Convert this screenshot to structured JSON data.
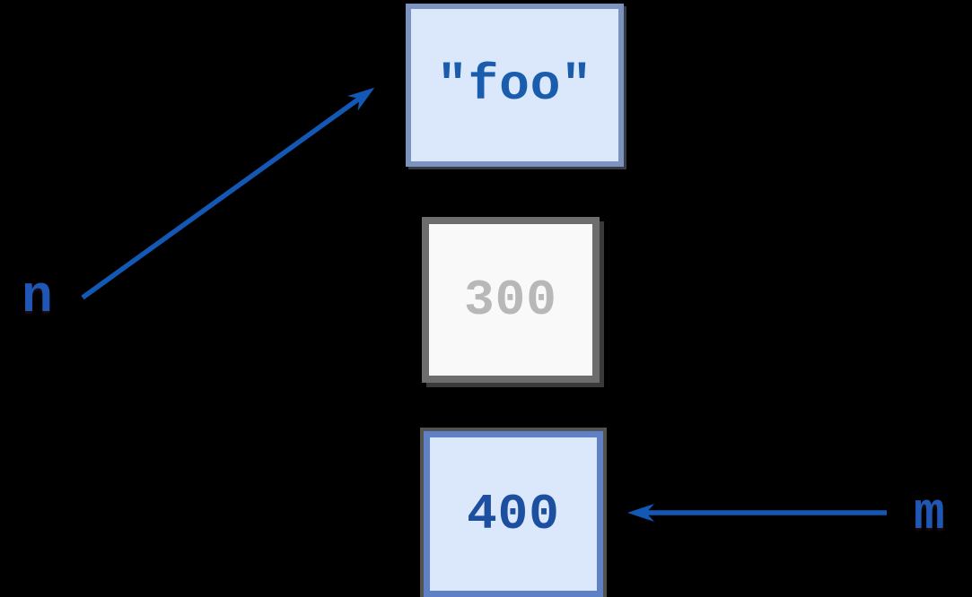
{
  "diagram": {
    "background_color": "#000000",
    "arrow_color": "#1458b6",
    "labels": [
      {
        "text": "n",
        "color": "#1e57b6"
      },
      {
        "text": "m",
        "color": "#1e57b6"
      }
    ],
    "boxes": [
      {
        "value": "\"foo\"",
        "fill_color": "#dbe7fa",
        "border_color": "#7d93bf",
        "text_color": "#1a5cae",
        "state": "referenced"
      },
      {
        "value": "300",
        "fill_color": "#f9f9f9",
        "border_color": "#6d6d6d",
        "text_color": "#b8b8b8",
        "state": "orphaned"
      },
      {
        "value": "400",
        "fill_color": "#dbe7fa",
        "border_color": "#6080c5",
        "text_color": "#1c4fa0",
        "state": "referenced"
      }
    ],
    "arrows": [
      {
        "from": "n",
        "to": "foo",
        "color": "#1458b6"
      },
      {
        "from": "m",
        "to": "400",
        "color": "#1458b6"
      }
    ]
  }
}
